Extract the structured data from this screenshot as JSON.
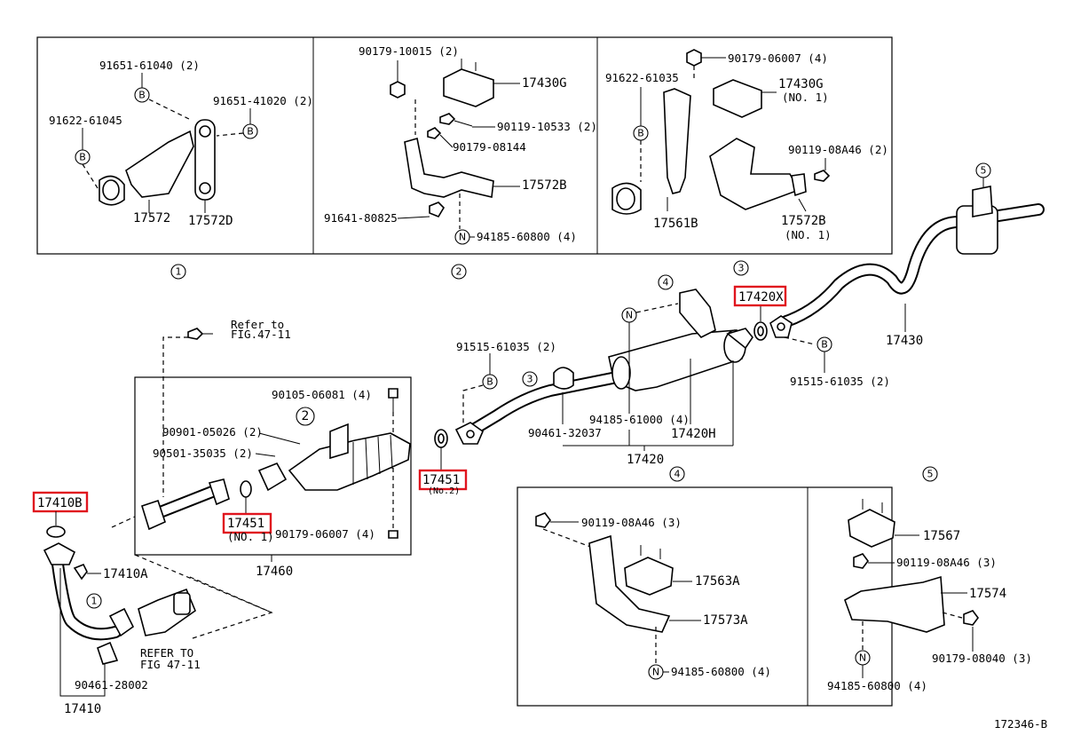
{
  "figure_id": "172346-B",
  "refs": {
    "B": "B",
    "N": "N",
    "n1": "1",
    "n2": "2",
    "n3": "3",
    "n4": "4",
    "n5": "5"
  },
  "panel1": {
    "bolt_a": "91651-61040 (2)",
    "bolt_b": "91651-41020 (2)",
    "bolt_c": "91622-61045",
    "bracket_a": "17572",
    "bracket_b": "17572D"
  },
  "panel2": {
    "nut": "90179-10015 (2)",
    "mount": "17430G",
    "bolt": "90119-10533 (2)",
    "nut2": "90179-08144",
    "bracket": "17572B",
    "bolt2": "91641-80825",
    "nut3": "94185-60800 (4)"
  },
  "panel3": {
    "bolt": "91622-61035",
    "nut": "90179-06007 (4)",
    "mount": "17430G",
    "mount_no": "(NO. 1)",
    "bolt2": "90119-08A46 (2)",
    "clamp": "17561B",
    "bracket": "17572B",
    "bracket_no": "(NO. 1)"
  },
  "main": {
    "refer_bolt": "Refer to",
    "refer_fig": "FIG.47-11",
    "bolt_90105": "90105-06081 (4)",
    "stud_90901": "90901-05026 (2)",
    "bolt_90501": "90501-35035 (2)",
    "gasket_17451_no1": "17451",
    "gasket_17451_no1_sub": "(NO. 1)",
    "nut_90179": "90179-06007 (4)",
    "converter": "17460",
    "gasket_17410b": "17410B",
    "gasket_17410a": "17410A",
    "refer_to2": "REFER TO",
    "refer_fig2": "FIG 47-11",
    "clamp_90461_28002": "90461-28002",
    "front_pipe": "17410",
    "gasket_17451_no2": "17451",
    "gasket_17451_no2_sub": "(No.2)",
    "bolt_91515_a": "91515-61035 (2)",
    "clamp_90461_32037": "90461-32037",
    "nut_94185_61000": "94185-61000 (4)",
    "muffler_17420h": "17420H",
    "center_pipe": "17420",
    "gasket_17420x": "17420X",
    "tail_pipe": "17430",
    "bolt_91515_b": "91515-61035 (2)"
  },
  "panel4": {
    "bolt": "90119-08A46 (3)",
    "mount": "17563A",
    "bracket": "17573A",
    "nut": "94185-60800 (4)"
  },
  "panel5": {
    "mount": "17567",
    "bolt": "90119-08A46 (3)",
    "bracket": "17574",
    "nut": "90179-08040 (3)",
    "nut2": "94185-60800 (4)"
  },
  "colors": {
    "highlight": "#e0141e",
    "line": "#000000",
    "background": "#ffffff"
  }
}
